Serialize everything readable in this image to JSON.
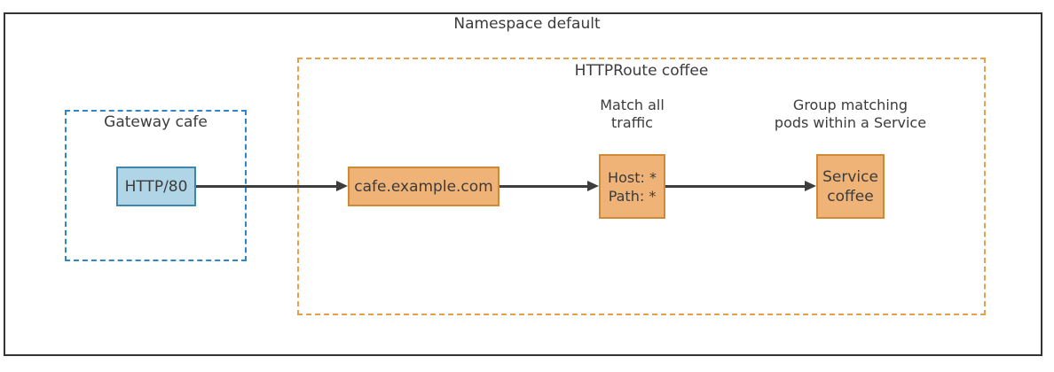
{
  "title": "Namespace default",
  "gateway_group": {
    "label": "Gateway cafe",
    "listener_node": "HTTP/80"
  },
  "httproute_group": {
    "label": "HTTPRoute coffee",
    "hostname_node": "cafe.example.com",
    "match_annotation_line1": "Match all",
    "match_annotation_line2": "traffic",
    "match_node_line1": "Host: *",
    "match_node_line2": "Path: *",
    "backend_annotation_line1": "Group matching",
    "backend_annotation_line2": "pods within a Service",
    "service_node_line1": "Service",
    "service_node_line2": "coffee"
  },
  "colors": {
    "outer_border": "#333333",
    "gateway_dashed_border": "#2e86c7",
    "httproute_dashed_border": "#e8a04a",
    "listener_fill": "#afd5e6",
    "listener_border": "#3c87ad",
    "route_fill": "#f0b377",
    "route_border": "#d08a36",
    "arrow": "#3d3d3d",
    "text": "#3b3b3b"
  }
}
